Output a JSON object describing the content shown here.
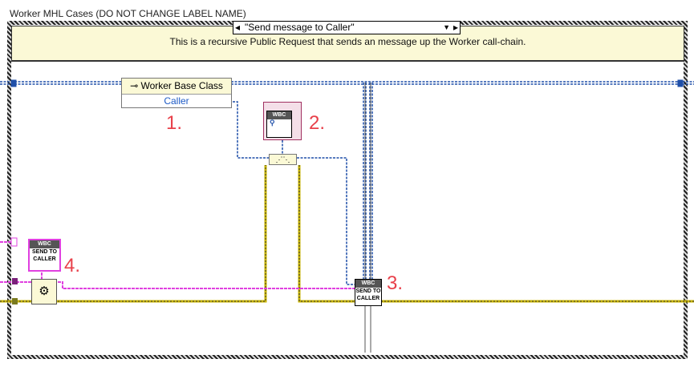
{
  "case_structure": {
    "label": "Worker MHL Cases (DO NOT CHANGE LABEL NAME)",
    "selector_value": "\"Send message to Caller\""
  },
  "comment": "This is a recursive Public Request that sends an message up the Worker call-chain.",
  "property_node": {
    "class": "Worker Base Class",
    "property": "Caller"
  },
  "step_labels": [
    "1.",
    "2.",
    "3.",
    "4."
  ],
  "subvi_top": "WBC",
  "subvi_send": {
    "line1": "SEND TO",
    "line2": "CALLER"
  },
  "colors": {
    "wire_class": "#1f4fa8",
    "wire_error": "#c8b400",
    "wire_message": "#e040e0",
    "note_bg": "#fbf9d6",
    "annotation": "#e8404a"
  }
}
